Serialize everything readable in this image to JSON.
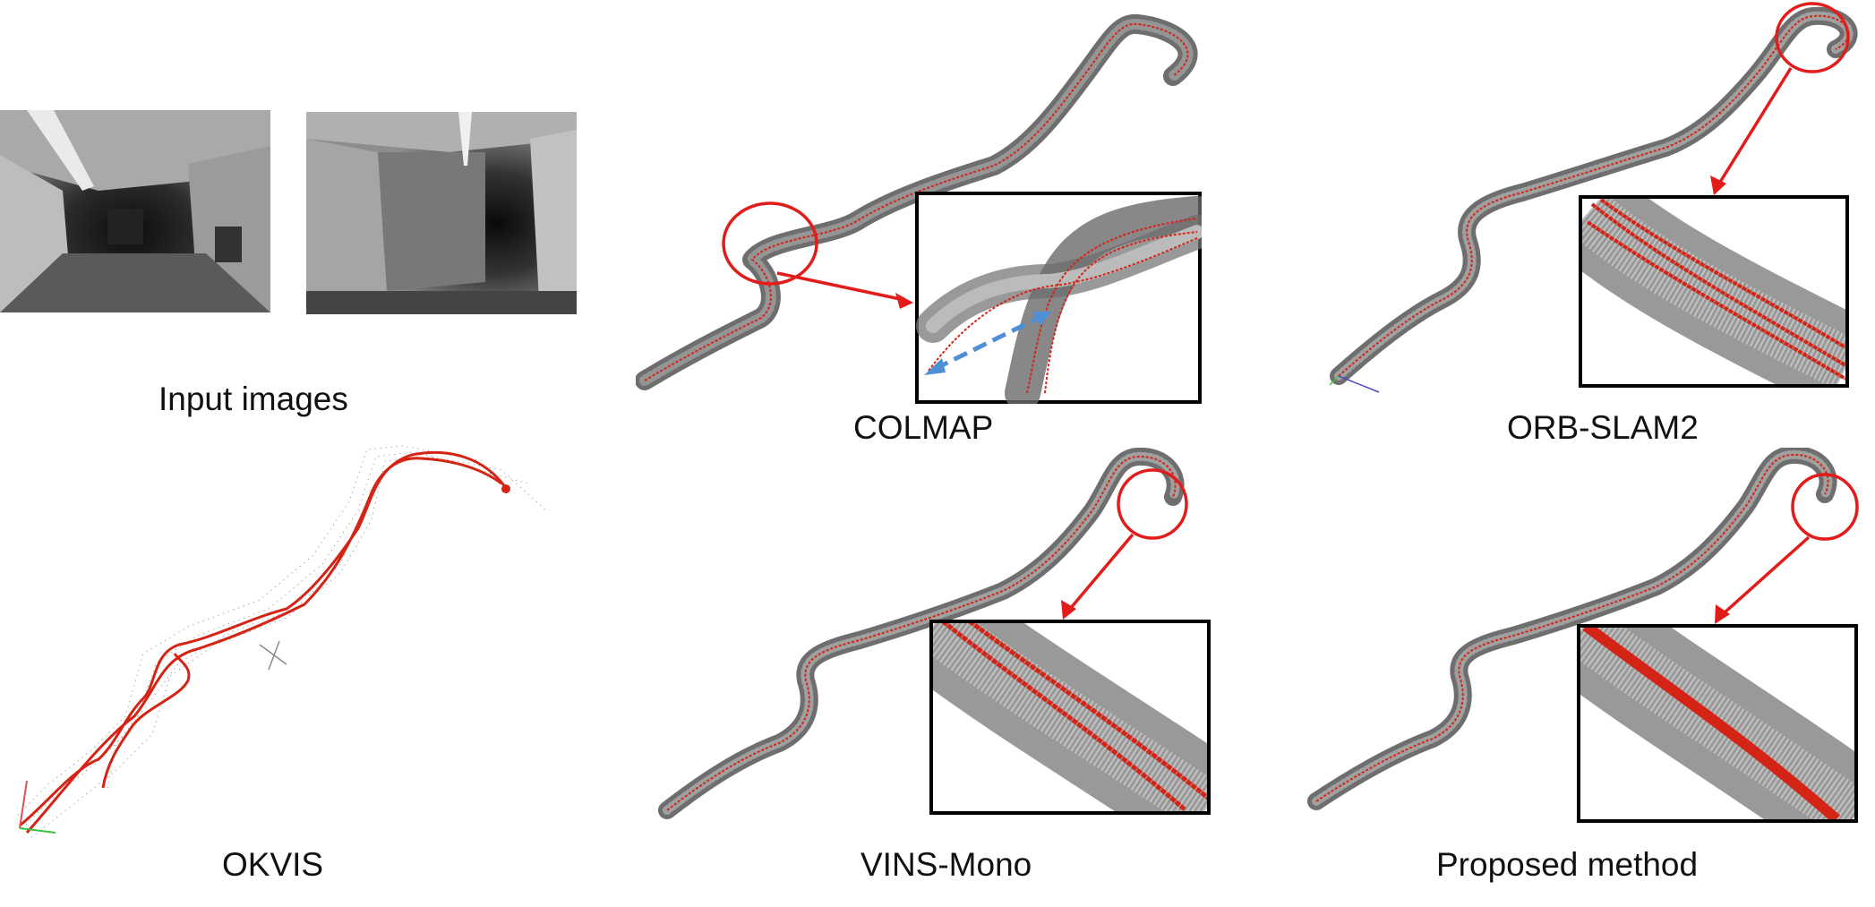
{
  "figure": {
    "captions": {
      "input": "Input images",
      "colmap": "COLMAP",
      "orb": "ORB-SLAM2",
      "okvis": "OKVIS",
      "vins": "VINS-Mono",
      "proposed": "Proposed method"
    }
  },
  "colors": {
    "trajectory": "#d42416",
    "highlight": "#e21b1b",
    "inset_frame": "#000000",
    "dashed_arrow": "#4f8fd6",
    "pointcloud": "#555555"
  }
}
